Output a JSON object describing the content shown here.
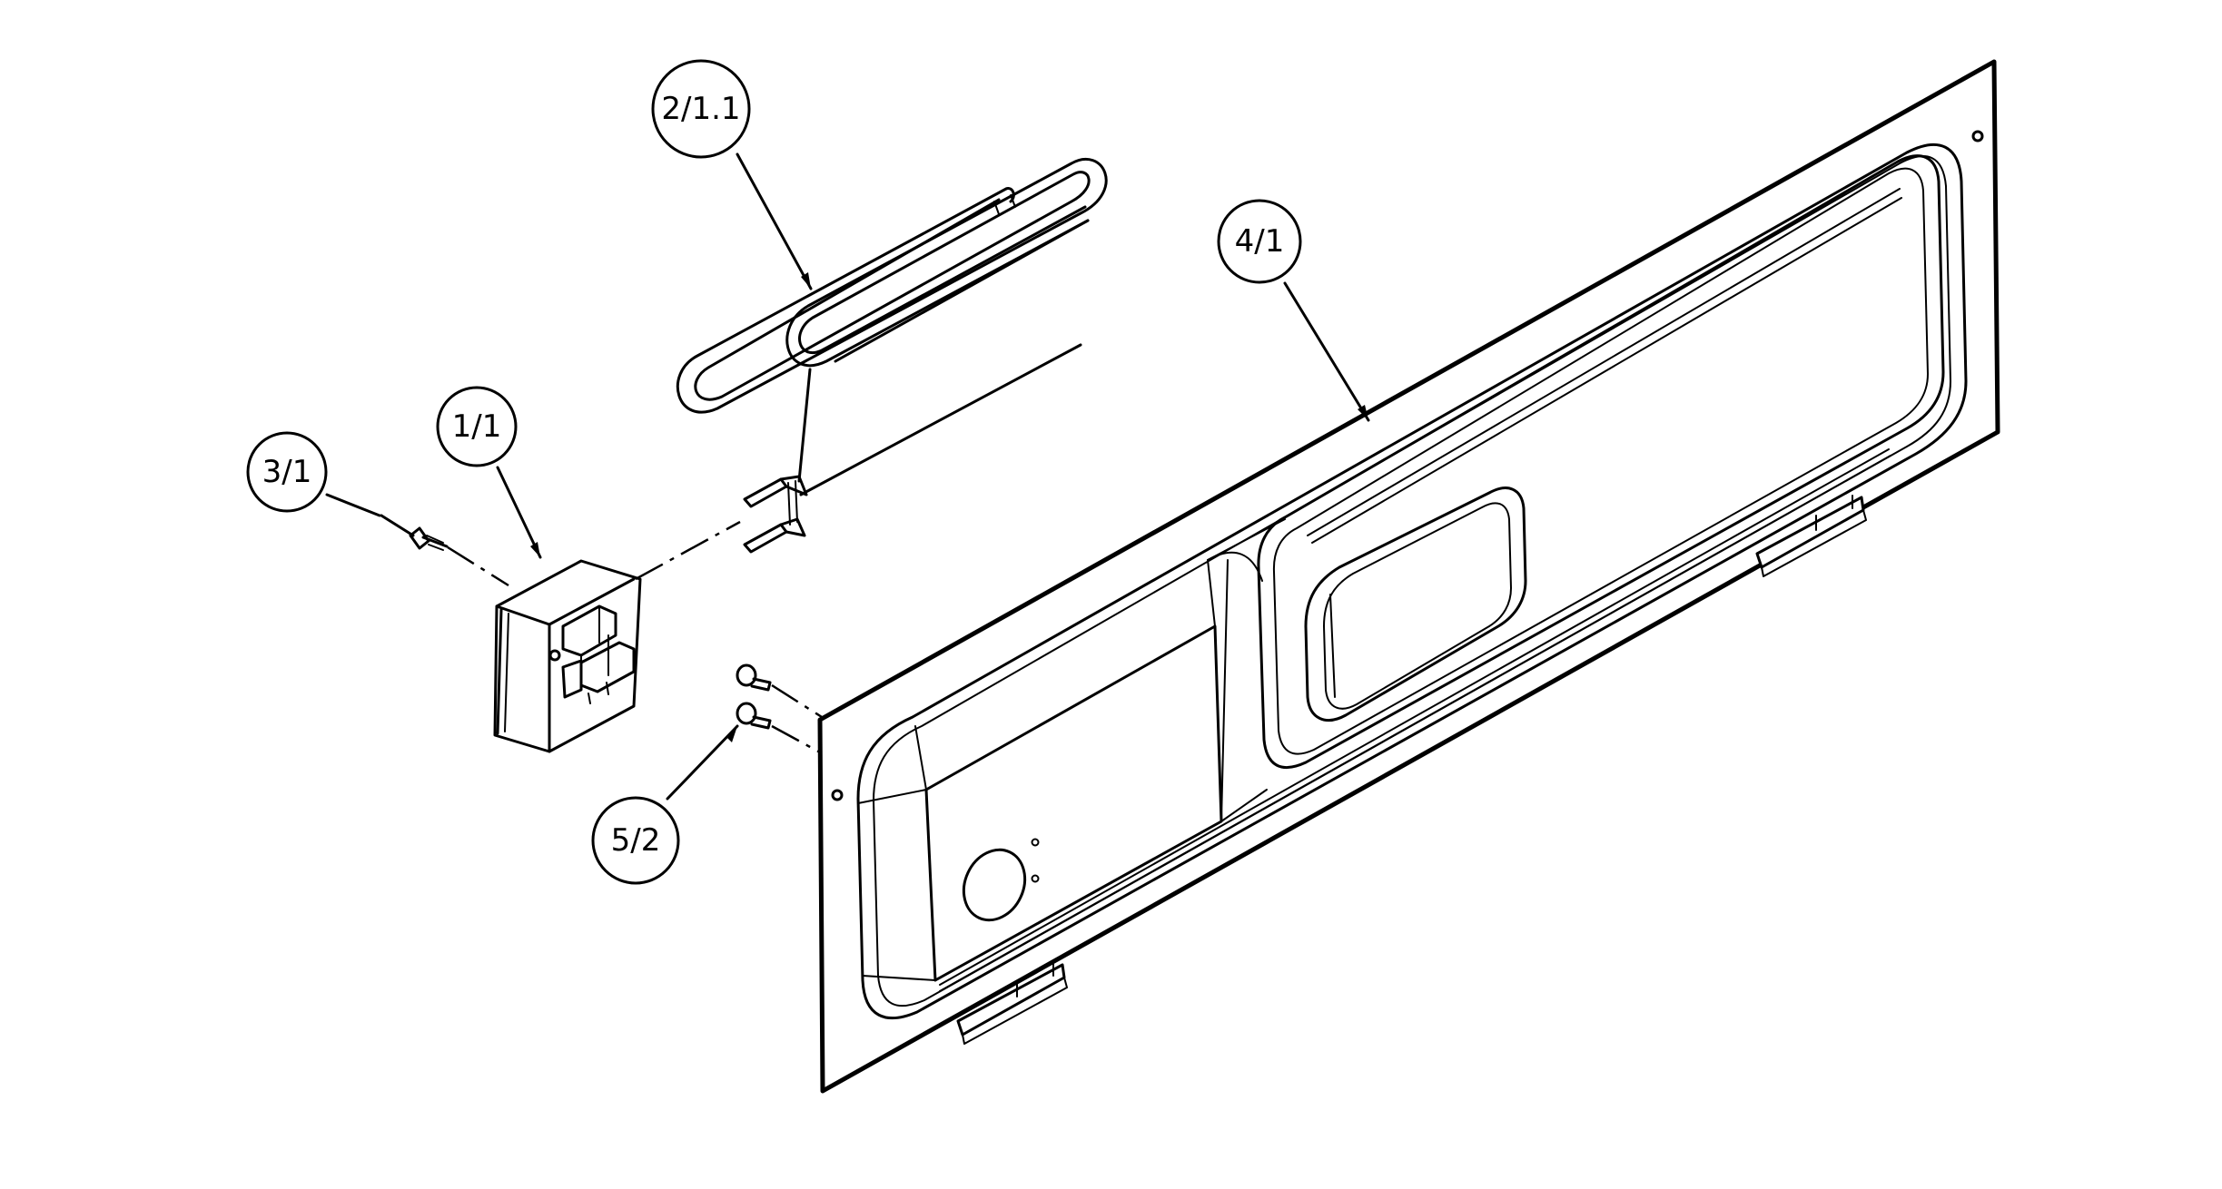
{
  "callouts": [
    {
      "id": "heating-element",
      "label": "2/1.1"
    },
    {
      "id": "panel",
      "label": "4/1"
    },
    {
      "id": "switch-housing",
      "label": "1/1"
    },
    {
      "id": "screw",
      "label": "3/1"
    },
    {
      "id": "bolts",
      "label": "5/2"
    }
  ]
}
